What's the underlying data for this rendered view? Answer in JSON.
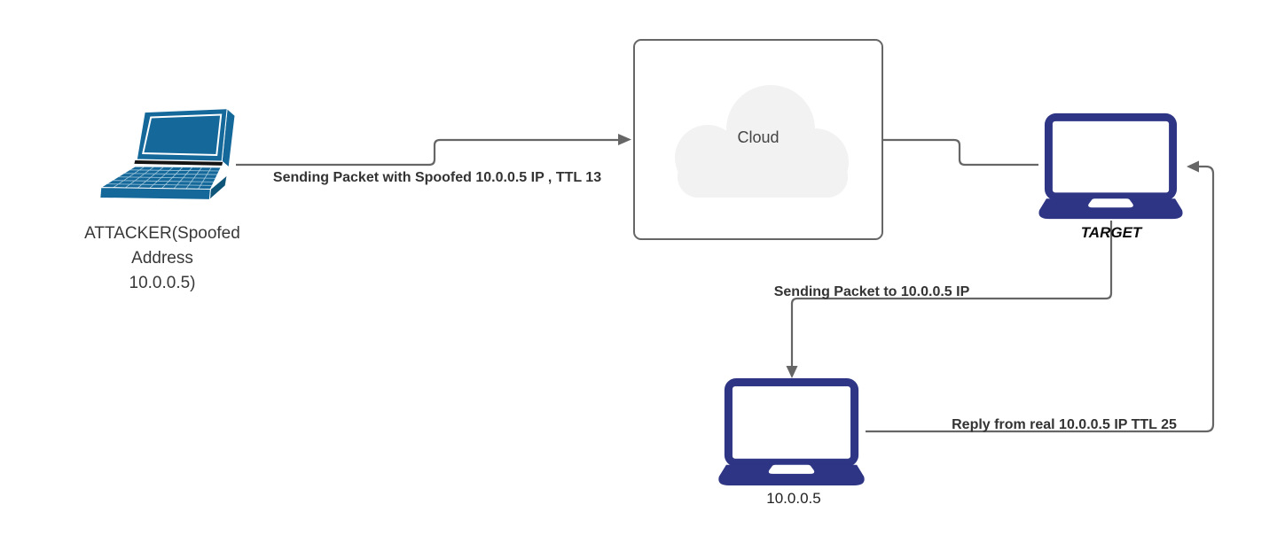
{
  "diagram": {
    "attacker": {
      "label_lines": [
        "ATTACKER(Spoofed",
        "Address",
        "10.0.0.5)"
      ],
      "icon": "laptop-3d-icon"
    },
    "cloud": {
      "label": "Cloud",
      "icon": "cloud-icon"
    },
    "target": {
      "label": "TARGET",
      "icon": "laptop-icon"
    },
    "real_host": {
      "label": "10.0.0.5",
      "icon": "laptop-icon"
    },
    "edges": {
      "attacker_to_cloud": "Sending Packet with Spoofed 10.0.0.5 IP , TTL 13",
      "target_to_real_host": "Sending Packet to 10.0.0.5 IP",
      "real_host_to_target": "Reply from real 10.0.0.5 IP TTL 25"
    },
    "colors": {
      "laptop_navy": "#2d3584",
      "laptop_teal": "#15689a",
      "laptop_teal_dark": "#0e5579",
      "connector_gray": "#666666",
      "cloud_fill": "#f2f2f2",
      "background": "#ffffff",
      "label_text": "#383838"
    }
  }
}
